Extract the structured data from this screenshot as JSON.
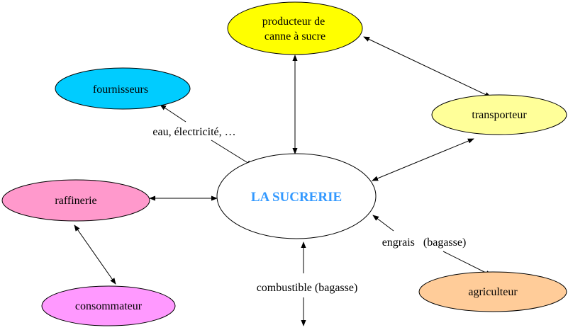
{
  "center": {
    "label": "LA SUCRERIE",
    "fill": "#ffffff",
    "text_color": "#3399ff"
  },
  "nodes": [
    {
      "id": "producteur",
      "lines": [
        "producteur de",
        "canne à sucre"
      ],
      "fill": "#ffff00"
    },
    {
      "id": "fournisseurs",
      "lines": [
        "fournisseurs"
      ],
      "fill": "#00ccff"
    },
    {
      "id": "transporteur",
      "lines": [
        "transporteur"
      ],
      "fill": "#ffff99"
    },
    {
      "id": "raffinerie",
      "lines": [
        "raffinerie"
      ],
      "fill": "#ff99cc"
    },
    {
      "id": "consommateur",
      "lines": [
        "consommateur"
      ],
      "fill": "#ff99ff"
    },
    {
      "id": "agriculteur",
      "lines": [
        "agriculteur"
      ],
      "fill": "#ffcc99"
    }
  ],
  "edge_labels": {
    "fournisseurs": "eau, électricité, …",
    "agriculteur": "engrais   (bagasse)",
    "combustible": "combustible (bagasse)"
  }
}
